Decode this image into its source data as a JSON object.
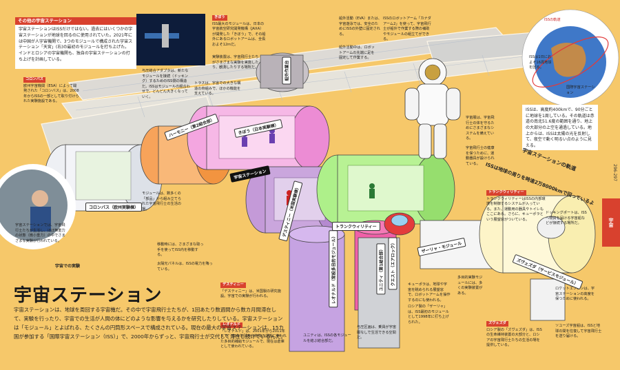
{
  "colors": {
    "accent": "#d8412e",
    "background": "#f6c86a",
    "module_pink": "#ef9ad8",
    "module_purple": "#b58ad0",
    "module_green": "#9fe07a",
    "module_orange": "#f7a35a"
  },
  "other_stations": {
    "heading": "その他の宇宙ステーション",
    "body": "宇宙ステーションはISSだけではない。過去にはいくつかの宇宙ステーションが地球を回るのに使用されていた。2021年には中国が人宇宙機関で、3つのモジュールで構成された宇宙ステーション「天宮」(右)の最初のモジュールを打ち上げた。インドとロシアの宇宙機関も、独自の宇宙ステーションの打ち上げを計画している。"
  },
  "columbus_box": {
    "tag": "コロンバス",
    "body": "欧州宇宙機関（ESA）によって開発された「コロンバス」は、2008年からISSの一部として取り付けられた実験施設である。"
  },
  "kibo_box": {
    "tag": "きぼう",
    "body": "ISS最大のモジュールは、日本の宇宙航空研究開発機構（JAXA）が開発した「きぼう」で、その船外にあるロボットアームは、全長およそ12mだ。"
  },
  "kibo_note": "実験装置は、宇宙飛行士たちがさまざまな実験を実施したり、観測したりする場所だ。",
  "module_adapter_note": "与圧結合アダプタは、新たなモジュールを接続（ドッキング）するためのISS側の構造だ。ISSはモジュールの組合わせで、どんどん大きくなっていく。",
  "truss_note": "トラスは、宇宙での大きな構造の骨組みで、ほかの機能を支えている。",
  "spacewalk_note": "船外活動（EVA）または、宇宙遊泳では、安全のためにISSの外壁に固定される。",
  "robotarm_note": "ISSのロボットアーム「カナダアーム2」を使って、宇宙飛行士が船外で作業する際の補助やモジュールの組立てができる。",
  "arm_note": "船外活動中は、ロボットアームの先端に足を固定して作業する。",
  "astronaut_note": "宇宙服は、宇宙飛行士の体を守るためにさまざまなシステムを備えている。",
  "fitness_note": "宇宙飛行士の健康を保つために、運動器具が設けられている。",
  "module_note": "モジュールは、数多くの「部品」から組み立てられた宇宙飛行士の生活の場。",
  "corridor_note": "移動時には、さまざまな取っ手を使ってISS内を移動する。",
  "solar_note": "太陽光パネルは、ISSの電力を賄っている。",
  "photo_caption": "宇宙ステーションでは、宇宙飛行士たちが生活し、ほぼ無重力の状態（微小重力）の中でさまざまな実験が行われている。",
  "photo_label": "宇宙での実験",
  "globe": {
    "orbit_label": "ISSの軌道",
    "station_label": "国際宇宙ステーション",
    "orbit_caption": "ISSは1日におよそ16周地球を回る。",
    "body": "ISSは、高度約400kmで、90分ごとに地球を1周している。その軌道は赤道の南北51.6度の範囲を通り、地上の大部分の上空を通過している。地上からは、ISSは太陽の光を反射して、夜空で動く明るい点のように見える。"
  },
  "orbit_banner1": "宇宙ステーションの軌道",
  "orbit_banner2": "ISSは地球の周りを時速2万8000kmで回っているよ",
  "tranquility_box": {
    "tag": "トランクウィリティー",
    "body": "トランクウィリティーはISSの内部環境を制御するシステムが入っている。また、運動用の器具やトイレもここにある。さらに、キューポラという展望窓がついている。"
  },
  "docking_note": "ドッキングポートは、ISSへ物資を届ける宇宙船などが接続する場所だ。",
  "zvezda_box": {
    "tag": "ズヴェズダ",
    "body": "ロシア製の「ズヴェズダ」は、ISSの生命維持装置の大部分と、ロシアの宇宙飛行士たちの生活の場を提供している。"
  },
  "destiny_box": {
    "tag": "デスティニー",
    "body": "「デスティニー」は、米国製の研究施設。宇宙での実験が行われる。"
  },
  "leonardo_box": {
    "tag": "レオナルド",
    "body": "「レオナルド」は、2001年から2011年まで、ISSを地球から物資の運搬に使われた多目的補給モジュールで、現在は倉庫として使われている。"
  },
  "cupola_note": "キューポラは、地球や宇宙を眺められる展望窓で、ロボットアームを操作するのにも使われる。",
  "zarya_note": "ロシア製の「ザーリャ」は、ISS最初のモジュールとして1998年に打ち上げられた。",
  "soyuz_note": "ソユーズ宇宙船は、ISSと地球の間を往復して宇宙飛行士を送り届ける。",
  "service_note": "ロケットエンジンは、宇宙ステーションの高度を保つために使われる。",
  "pressure_note": "与圧区画は、乗員が宇宙服なしで生活できる空間だ。",
  "unity_note": "ユニティは、ISSの各モジュールを結ぶ結合部だ。",
  "lower_note": "多目的実験モジュールには、多くの実験装置がある。",
  "module_labels": {
    "columbus": "コロンバス（欧州実験棟）",
    "harmony": "ハーモニー（第2結合部）",
    "kibo": "きぼう（日本実験棟）",
    "space_station": "宇宙ステーション",
    "destiny": "デスティニー（米国実験棟）",
    "tranquility": "トランクウィリティー",
    "zarya": "ザーリャ・モジュール",
    "zvezda": "ズヴェズダ（サービスモジュール）",
    "leonardo": "レオナルド（常設多目的モジュール）",
    "unity": "ユニティ（第1結合部）",
    "quest": "クエスト（エアロック）",
    "logistics": "船外作業台"
  },
  "title": "宇宙ステーション",
  "lead": "宇宙ステーションは、地球を周回する宇宙機だ。その中で宇宙飛行士たちが、1回あたり数週間から数カ月間滞在して、実験を行ったり、宇宙での生活が人間の体にどのような影響を与えるかを研究したりしている。宇宙ステーションは「モジュール」とよばれる、たくさんの円筒形スペースで構成されている。現在の最大の宇宙ステーションは、15カ国が参加する「国際宇宙ステーション（ISS）」で、2000年からずっと、宇宙飛行士が交代して滞在し続けているんだ。",
  "side_tab": "宇宙",
  "page_number": "296-297"
}
